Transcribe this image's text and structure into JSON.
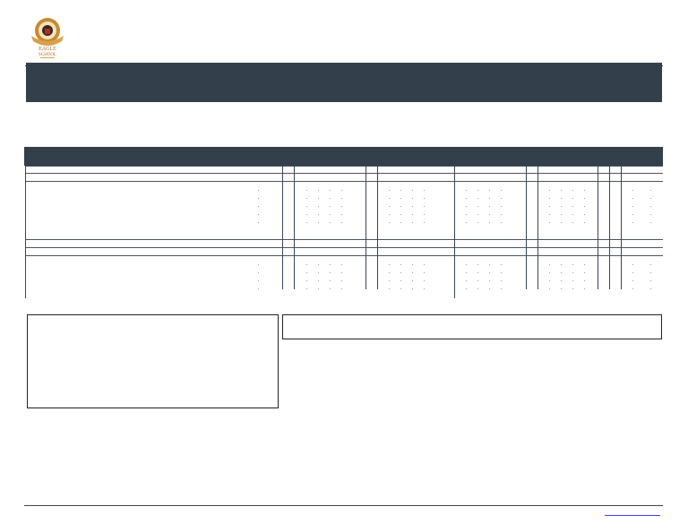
{
  "colors": {
    "header_bar": "#333f4b",
    "table_lines": "#3a4656",
    "footer_link": "#3b3bff",
    "logo_gold": "#c98a2e"
  },
  "logo": {
    "text_line1": "EAGLE",
    "text_line2": "SCHOOL",
    "icon": "school-crest"
  },
  "footer": {
    "link_text": ""
  }
}
